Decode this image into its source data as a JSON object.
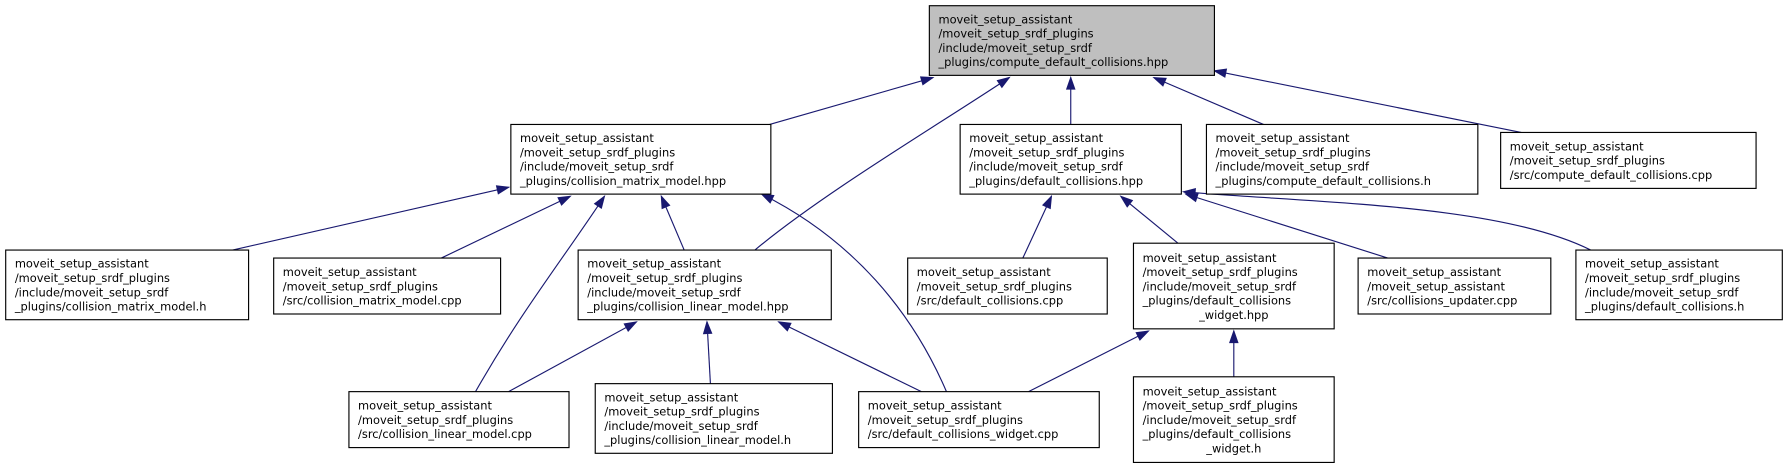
{
  "graph": {
    "title": "Include dependency graph for compute_default_collisions.hpp",
    "edge_color": "#191970",
    "root_fill": "#bfbfbf",
    "node_fill": "#ffffff",
    "nodes": [
      {
        "id": "root",
        "root": true,
        "lines": [
          "moveit_setup_assistant",
          "/moveit_setup_srdf_plugins",
          "/include/moveit_setup_srdf",
          "_plugins/compute_default_collisions.hpp"
        ]
      },
      {
        "id": "cmm_hpp",
        "lines": [
          "moveit_setup_assistant",
          "/moveit_setup_srdf_plugins",
          "/include/moveit_setup_srdf",
          "_plugins/collision_matrix_model.hpp"
        ]
      },
      {
        "id": "dc_hpp",
        "lines": [
          "moveit_setup_assistant",
          "/moveit_setup_srdf_plugins",
          "/include/moveit_setup_srdf",
          "_plugins/default_collisions.hpp"
        ]
      },
      {
        "id": "cdc_h",
        "lines": [
          "moveit_setup_assistant",
          "/moveit_setup_srdf_plugins",
          "/include/moveit_setup_srdf",
          "_plugins/compute_default_collisions.h"
        ]
      },
      {
        "id": "cdc_cpp",
        "lines": [
          "moveit_setup_assistant",
          "/moveit_setup_srdf_plugins",
          "/src/compute_default_collisions.cpp"
        ]
      },
      {
        "id": "cmm_h",
        "lines": [
          "moveit_setup_assistant",
          "/moveit_setup_srdf_plugins",
          "/include/moveit_setup_srdf",
          "_plugins/collision_matrix_model.h"
        ]
      },
      {
        "id": "cmm_cpp",
        "lines": [
          "moveit_setup_assistant",
          "/moveit_setup_srdf_plugins",
          "/src/collision_matrix_model.cpp"
        ]
      },
      {
        "id": "clm_hpp",
        "lines": [
          "moveit_setup_assistant",
          "/moveit_setup_srdf_plugins",
          "/include/moveit_setup_srdf",
          "_plugins/collision_linear_model.hpp"
        ]
      },
      {
        "id": "dc_cpp",
        "lines": [
          "moveit_setup_assistant",
          "/moveit_setup_srdf_plugins",
          "/src/default_collisions.cpp"
        ]
      },
      {
        "id": "dcw_hpp",
        "lines": [
          "moveit_setup_assistant",
          "/moveit_setup_srdf_plugins",
          "/include/moveit_setup_srdf",
          "_plugins/default_collisions",
          "_widget.hpp"
        ]
      },
      {
        "id": "cu_cpp",
        "lines": [
          "moveit_setup_assistant",
          "/moveit_setup_assistant",
          "/src/collisions_updater.cpp"
        ]
      },
      {
        "id": "dc_h",
        "lines": [
          "moveit_setup_assistant",
          "/moveit_setup_srdf_plugins",
          "/include/moveit_setup_srdf",
          "_plugins/default_collisions.h"
        ]
      },
      {
        "id": "clm_cpp",
        "lines": [
          "moveit_setup_assistant",
          "/moveit_setup_srdf_plugins",
          "/src/collision_linear_model.cpp"
        ]
      },
      {
        "id": "clm_h",
        "lines": [
          "moveit_setup_assistant",
          "/moveit_setup_srdf_plugins",
          "/include/moveit_setup_srdf",
          "_plugins/collision_linear_model.h"
        ]
      },
      {
        "id": "dcw_cpp",
        "lines": [
          "moveit_setup_assistant",
          "/moveit_setup_srdf_plugins",
          "/src/default_collisions_widget.cpp"
        ]
      },
      {
        "id": "dcw_h",
        "lines": [
          "moveit_setup_assistant",
          "/moveit_setup_srdf_plugins",
          "/include/moveit_setup_srdf",
          "_plugins/default_collisions",
          "_widget.h"
        ]
      }
    ],
    "edges": [
      [
        "cmm_hpp",
        "root"
      ],
      [
        "clm_hpp",
        "root"
      ],
      [
        "dc_hpp",
        "root"
      ],
      [
        "cdc_h",
        "root"
      ],
      [
        "cdc_cpp",
        "root"
      ],
      [
        "cmm_h",
        "cmm_hpp"
      ],
      [
        "cmm_cpp",
        "cmm_hpp"
      ],
      [
        "clm_hpp",
        "cmm_hpp"
      ],
      [
        "clm_cpp",
        "cmm_hpp"
      ],
      [
        "dcw_cpp",
        "cmm_hpp"
      ],
      [
        "dc_cpp",
        "dc_hpp"
      ],
      [
        "dcw_hpp",
        "dc_hpp"
      ],
      [
        "cu_cpp",
        "dc_hpp"
      ],
      [
        "dc_h",
        "dc_hpp"
      ],
      [
        "clm_cpp",
        "clm_hpp"
      ],
      [
        "clm_h",
        "clm_hpp"
      ],
      [
        "dcw_cpp",
        "clm_hpp"
      ],
      [
        "dcw_cpp",
        "dcw_hpp"
      ],
      [
        "dcw_h",
        "dcw_hpp"
      ]
    ]
  }
}
